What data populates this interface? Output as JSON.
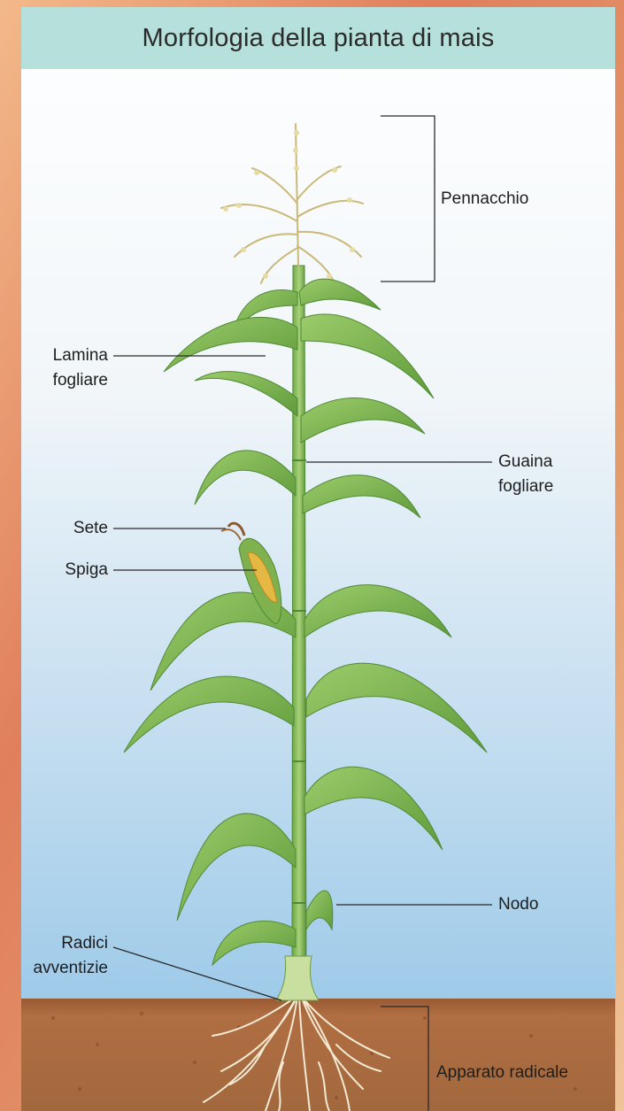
{
  "title": "Morfologia della pianta di mais",
  "labels": {
    "tassel": "Pennacchio",
    "leaf_blade_1": "Lamina",
    "leaf_blade_2": "fogliare",
    "leaf_sheath_1": "Guaina",
    "leaf_sheath_2": "fogliare",
    "silks": "Sete",
    "ear": "Spiga",
    "node": "Nodo",
    "adventitious_1": "Radici",
    "adventitious_2": "avventizie",
    "root_system": "Apparato radicale"
  },
  "colors": {
    "sky_top": "#ffffff",
    "sky_bottom": "#8fc3e6",
    "soil": "#a7663a",
    "leaf": "#7cb34f",
    "leaf_dark": "#4f8a35",
    "title_bg": "#b6e0dc"
  }
}
